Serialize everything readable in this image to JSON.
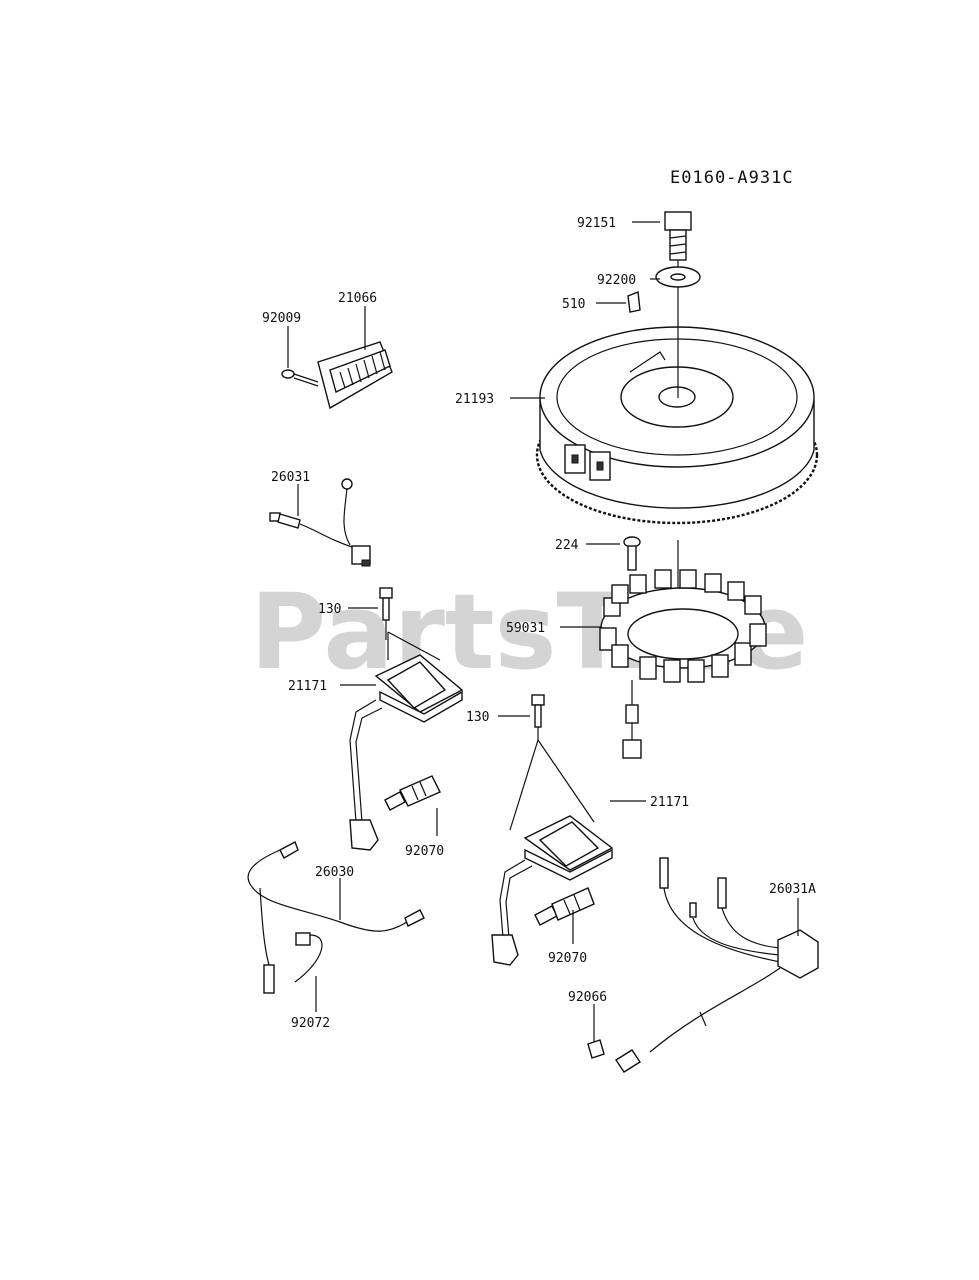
{
  "diagram": {
    "code": "E0160-A931C",
    "watermark": "PartsTree",
    "part_labels": {
      "p92151": "92151",
      "p92200": "92200",
      "p510": "510",
      "p21066": "21066",
      "p92009": "92009",
      "p21193": "21193",
      "p26031": "26031",
      "p224": "224",
      "p130a": "130",
      "p59031": "59031",
      "p21171a": "21171",
      "p130b": "130",
      "p21171b": "21171",
      "p92070a": "92070",
      "p26030": "26030",
      "p26031A": "26031A",
      "p92070b": "92070",
      "p92066": "92066",
      "p92072": "92072"
    }
  }
}
